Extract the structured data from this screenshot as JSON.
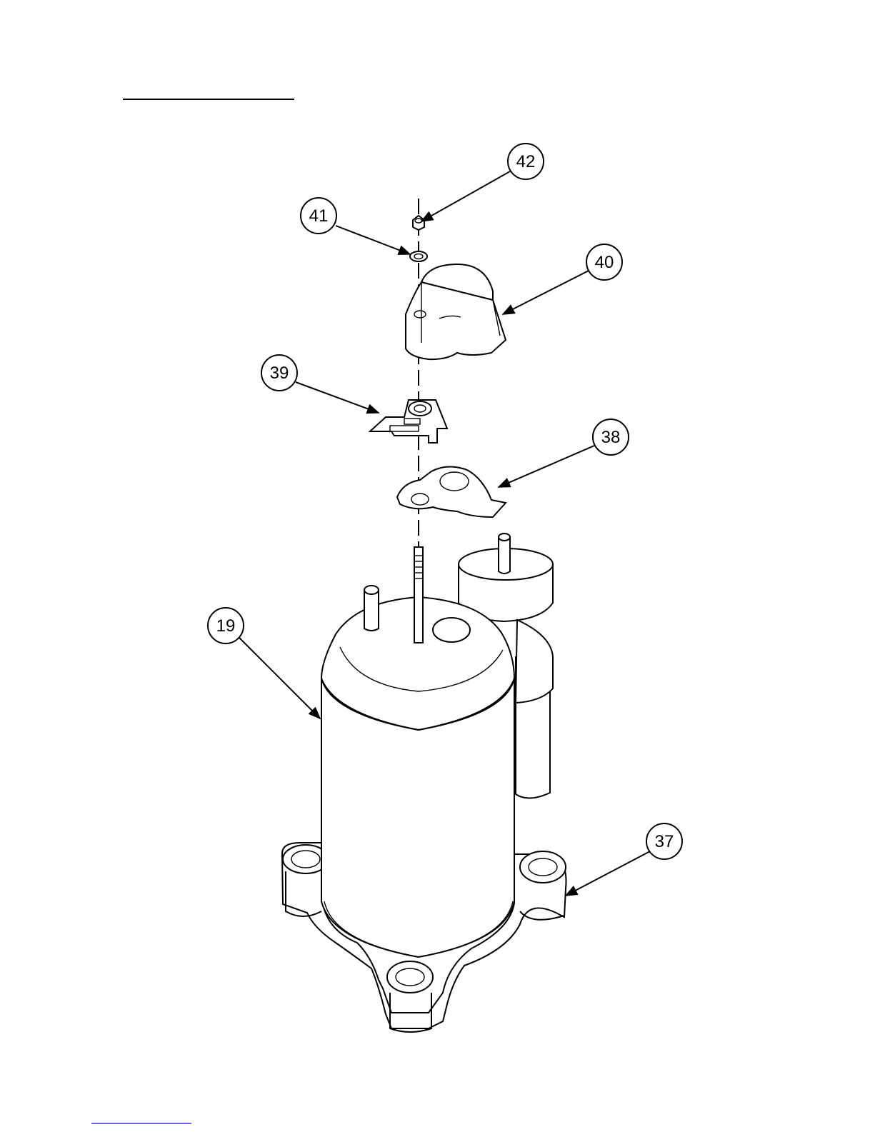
{
  "callouts": [
    {
      "id": "42",
      "label": "42",
      "part": "nut"
    },
    {
      "id": "41",
      "label": "41",
      "part": "washer"
    },
    {
      "id": "40",
      "label": "40",
      "part": "terminal cover"
    },
    {
      "id": "39",
      "label": "39",
      "part": "terminal clip"
    },
    {
      "id": "38",
      "label": "38",
      "part": "gasket"
    },
    {
      "id": "19",
      "label": "19",
      "part": "compressor"
    },
    {
      "id": "37",
      "label": "37",
      "part": "mounting feet"
    }
  ],
  "colors": {
    "line": "#000000",
    "background": "#ffffff",
    "link": "#3333ff"
  },
  "icons": {
    "callout": "circle-callout-icon",
    "arrow": "leader-arrow-icon"
  }
}
